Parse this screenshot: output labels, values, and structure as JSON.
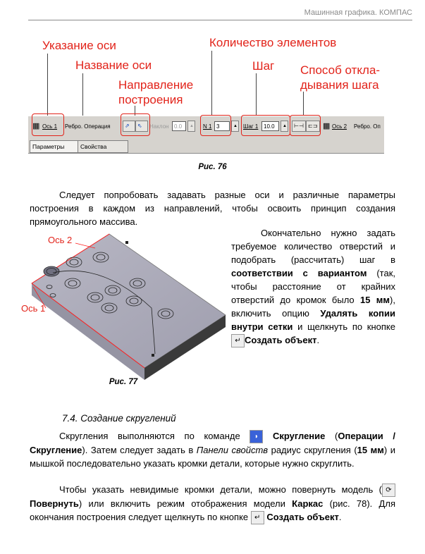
{
  "header": {
    "running_title": "Машинная графика. КОМПАС"
  },
  "figure76": {
    "callouts": {
      "axis_label": "Указание оси",
      "axis_name": "Название оси",
      "direction_line1": "Направление",
      "direction_line2": "построения",
      "count": "Количество элементов",
      "step": "Шаг",
      "step_mode_line1": "Способ откла-",
      "step_mode_line2": "дывания шага"
    },
    "toolbar": {
      "axis1_button": "Ось 1",
      "axis1_name": "Ребро. Операция",
      "angle_label": "Наклон",
      "angle_value": "0.0",
      "count_label": "N 1",
      "count_value": "3",
      "step_label": "Шаг 1",
      "step_value": "10.0",
      "axis2_button": "Ось 2",
      "axis2_name": "Ребро. Оп"
    },
    "tabs": {
      "params": "Параметры",
      "props": "Свойства"
    },
    "caption": "Рис. 76"
  },
  "para1": "Следует попробовать задавать разные оси и различные параметры построения в каждом из направлений, чтобы освоить принцип создания прямоугольного массива.",
  "figure77": {
    "axis2_label": "Ось 2",
    "axis1_label": "Ось 1",
    "caption": "Рис. 77"
  },
  "right_col": {
    "t1": "Окончательно нужно задать требуемое количество отверстий и подобрать (рассчитать) шаг в ",
    "b1": "соответствии с вариантом",
    "t2": " (так, чтобы расстояние от крайних отверстий до кромок было ",
    "b2": "15 мм",
    "t3": "), включить опцию ",
    "b3": "Удалять копии внутри сетки",
    "t4": " и щелкнуть по кнопке ",
    "b4": "Создать объект",
    "t5": "."
  },
  "section": {
    "title": "7.4. Создание скруглений"
  },
  "para2": {
    "t1": "Скругления выполняются по команде ",
    "b1": "Скругление",
    "t2": " (",
    "b2": "Операции / Скругление",
    "t3": "). Затем следует задать в ",
    "i1": "Панели свойств",
    "t4": " радиус скругления (",
    "b3": "15 мм",
    "t5": ") и мышкой последовательно указать кромки детали, которые нужно скруглить."
  },
  "para3": {
    "t1": "Чтобы указать невидимые кромки детали, можно повернуть модель (",
    "b1": "Повернуть",
    "t2": ") или включить режим отображения модели ",
    "b2": "Каркас",
    "t3": " (рис. 78). Для окончания построения следует щелкнуть по кнопке ",
    "b3": "Создать объект",
    "t4": "."
  },
  "colors": {
    "callout": "#e2231a",
    "toolbar": "#d6d3ce",
    "model_face": "#a9a9b7"
  }
}
